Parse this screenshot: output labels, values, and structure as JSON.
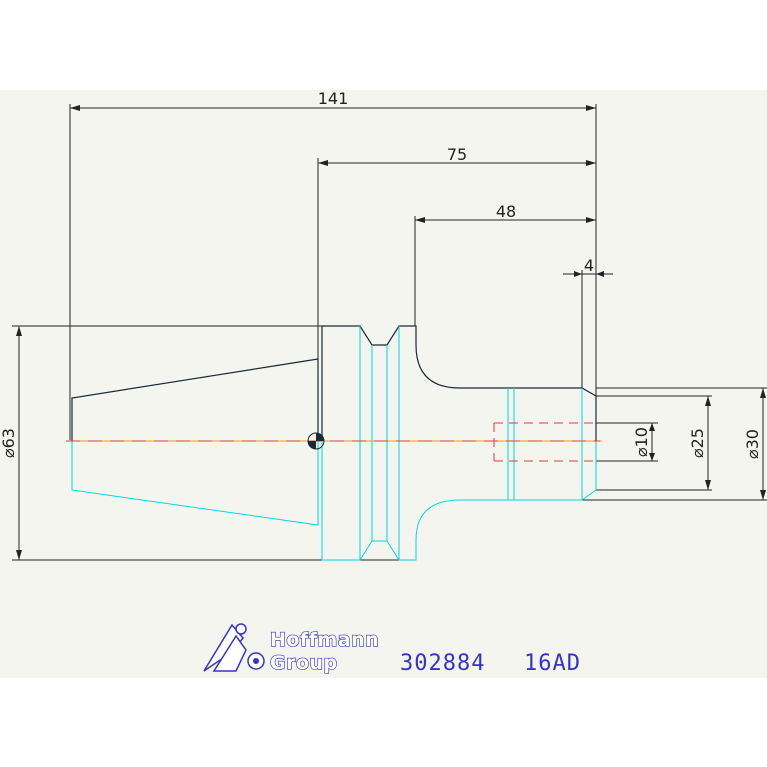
{
  "dimensions": {
    "overall_length": "141",
    "taper_length": "75",
    "flange_to_end": "48",
    "end_offset": "4",
    "dia_flange": "⌀63",
    "dia_bore": "⌀10",
    "dia_shank": "⌀25",
    "dia_collar": "⌀30"
  },
  "title_block": {
    "logo_line1": "Hoffmann",
    "logo_line2": "Group",
    "part_number": "302884",
    "part_code": "16AD"
  },
  "colors": {
    "sheet": "#f5f5f0",
    "outline": "#1a2a3a",
    "hidden_edges": "#00d8e8",
    "centerline": "#e53935",
    "logo": "#3333cc"
  }
}
